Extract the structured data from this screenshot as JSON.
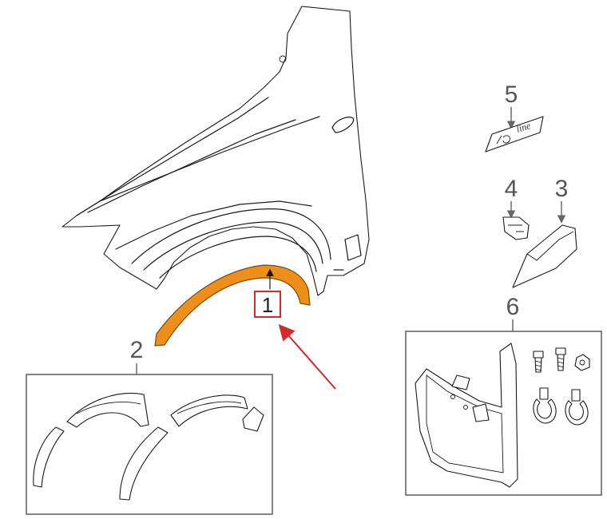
{
  "callouts": [
    {
      "id": "1",
      "label": "1"
    },
    {
      "id": "2",
      "label": "2"
    },
    {
      "id": "3",
      "label": "3"
    },
    {
      "id": "4",
      "label": "4"
    },
    {
      "id": "5",
      "label": "5"
    },
    {
      "id": "6",
      "label": "6"
    }
  ],
  "emblem_text": "line",
  "colors": {
    "highlight_part": "#ee8f1c",
    "highlight_box": "#d42a2a",
    "pointer_arrow": "#d42a2a",
    "linework": "#1a1a1a",
    "callout_text": "#555555"
  }
}
